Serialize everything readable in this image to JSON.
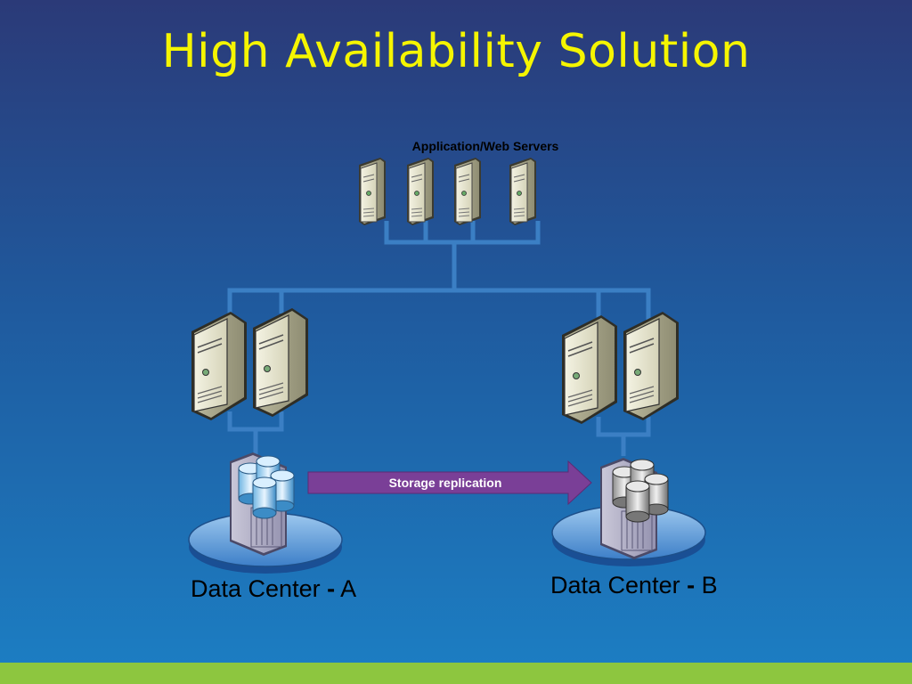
{
  "slide": {
    "title": "High Availability Solution",
    "servers_label": "Application/Web Servers",
    "arrow_label": "Storage replication",
    "datacenter_a": {
      "prefix": "Data Center ",
      "dash": "-",
      "suffix": " A"
    },
    "datacenter_b": {
      "prefix": "Data Center ",
      "dash": "-",
      "suffix": " B"
    }
  },
  "colors": {
    "title": "#f5f500",
    "connector": "#3b7fc4",
    "arrow": "#7a3f97",
    "footer_bar": "#8dc63f"
  },
  "icons": {
    "web_server": "tower-server-icon",
    "db_server": "tower-server-icon",
    "storage": "storage-array-icon",
    "platform": "disc-platform-icon"
  }
}
